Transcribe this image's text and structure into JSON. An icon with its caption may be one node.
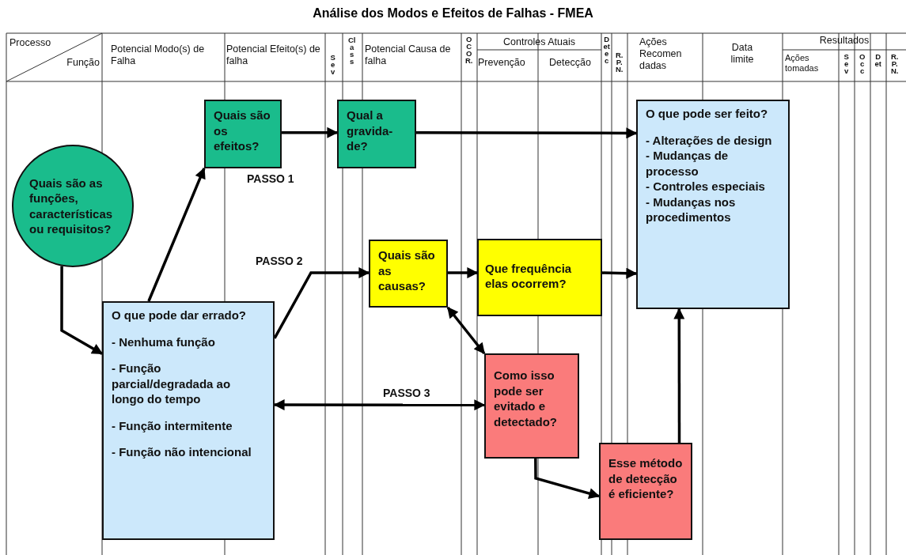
{
  "diagram": {
    "title": "Análise dos Modos e Efeitos de Falhas - FMEA",
    "nodes": [
      {
        "text": [
          "Quais são as funções, características ou requisitos?"
        ]
      },
      {
        "text": [
          "O que pode dar errado?",
          "- Nenhuma função",
          "- Função parcial/degradada ao longo do tempo",
          "- Função intermitente",
          "- Função não intencional"
        ]
      },
      {
        "text": [
          "Quais são os efeitos?"
        ]
      },
      {
        "text": [
          "Qual a gravida- de?"
        ]
      },
      {
        "text": [
          "O que pode ser feito?",
          "- Alterações de design",
          "- Mudanças de processo",
          "- Controles especiais",
          "- Mudanças nos procedimentos"
        ]
      },
      {
        "text": [
          "Quais são as causas?"
        ]
      },
      {
        "text": [
          "Que frequência elas ocorrem?"
        ]
      },
      {
        "text": [
          "Como isso pode ser evitado e detectado?"
        ]
      },
      {
        "text": [
          "Esse método de detecção é eficiente?"
        ]
      }
    ],
    "edges": [
      {
        "from": 0,
        "to": 1,
        "arrow": "to"
      },
      {
        "from": 1,
        "to": 2,
        "arrow": "to"
      },
      {
        "from": 2,
        "to": 3,
        "arrow": "to"
      },
      {
        "from": 3,
        "to": 4,
        "arrow": "to"
      },
      {
        "from": 1,
        "to": 5,
        "arrow": "to"
      },
      {
        "from": 5,
        "to": 6,
        "arrow": "to"
      },
      {
        "from": 6,
        "to": 4,
        "arrow": "to"
      },
      {
        "from": 5,
        "to": 7,
        "arrow": "both"
      },
      {
        "from": 1,
        "to": 7,
        "arrow": "both"
      },
      {
        "from": 7,
        "to": 8,
        "arrow": "to"
      },
      {
        "from": 8,
        "to": 4,
        "arrow": "to"
      }
    ],
    "labels": [
      "Processo",
      "Função",
      "Potencial Modo(s) de Falha",
      "Potencial Efeito(s) de falha",
      "Sev",
      "Class",
      "Potencial Causa de falha",
      "OCOR.",
      "Controles Atuais",
      "Prevenção",
      "Detecção",
      "Detec",
      "R.P.N.",
      "Ações Recomen dadas",
      "Data limite",
      "Resultados",
      "Ações tomadas",
      "Sev",
      "Occ",
      "Det",
      "R.P.N.",
      "PASSO 1",
      "PASSO 2",
      "PASSO 3"
    ]
  }
}
